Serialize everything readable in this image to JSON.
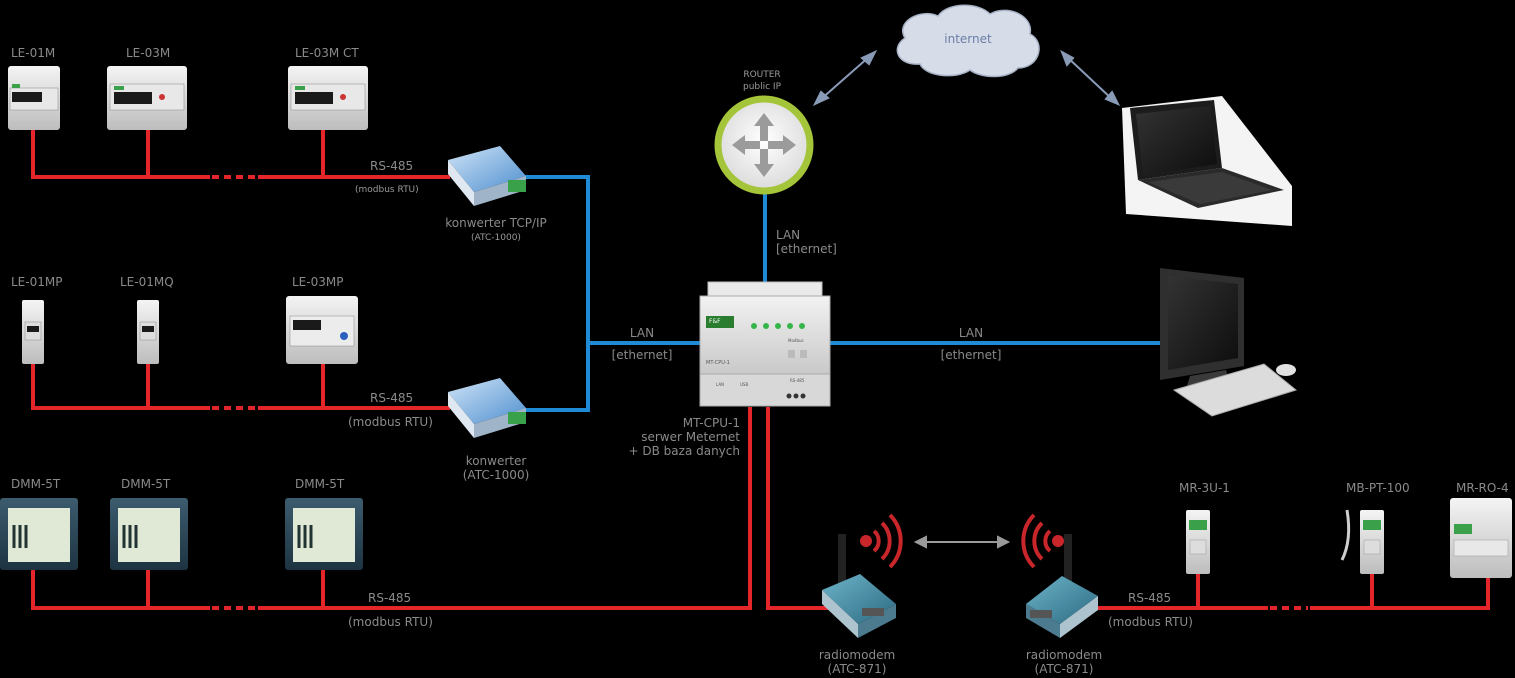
{
  "devices": {
    "le01m": "LE-01M",
    "le03m": "LE-03M",
    "le03mct": "LE-03M CT",
    "le01mp": "LE-01MP",
    "le01mq": "LE-01MQ",
    "le03mp": "LE-03MP",
    "dmm1": "DMM-5T",
    "dmm2": "DMM-5T",
    "dmm3": "DMM-5T",
    "mr3u1": "MR-3U-1",
    "mbpt100": "MB-PT-100",
    "mrro4": "MR-RO-4"
  },
  "buses": {
    "rs485_1": "RS-485",
    "modbus_1": "(modbus RTU)",
    "rs485_2": "RS-485",
    "modbus_2": "(modbus RTU)",
    "rs485_3": "RS-485",
    "modbus_3": "(modbus RTU)",
    "rs485_4": "RS-485",
    "modbus_4": "(modbus RTU)"
  },
  "converters": {
    "c1_line1": "konwerter TCP/IP",
    "c1_line2": "(ATC-1000)",
    "c2_line1": "konwerter",
    "c2_line2": "(ATC-1000)"
  },
  "router": {
    "line1": "ROUTER",
    "line2": "public IP"
  },
  "cloud": "internet",
  "lan": {
    "up_line1": "LAN",
    "up_line2": "[ethernet]",
    "left_line1": "LAN",
    "left_line2": "[ethernet]",
    "right_line1": "LAN",
    "right_line2": "[ethernet]"
  },
  "server": {
    "line1": "MT-CPU-1",
    "line2": "serwer Meternet",
    "line3": "+ DB baza danych",
    "face_brand": "F&F",
    "face_model": "MT-CPU-1",
    "face_modbus": "Modbus",
    "face_lan": "LAN",
    "face_usb": "USB",
    "face_rs": "RS-485"
  },
  "radiomodems": {
    "left_line1": "radiomodem",
    "left_line2": "(ATC-871)",
    "right_line1": "radiomodem",
    "right_line2": "(ATC-871)"
  },
  "colors": {
    "rs485": "#e4252a",
    "lan": "#1f8ad6",
    "router_ring": "#a4c43a",
    "cloud": "#d6dce8",
    "arrow": "#8a9bb8"
  }
}
